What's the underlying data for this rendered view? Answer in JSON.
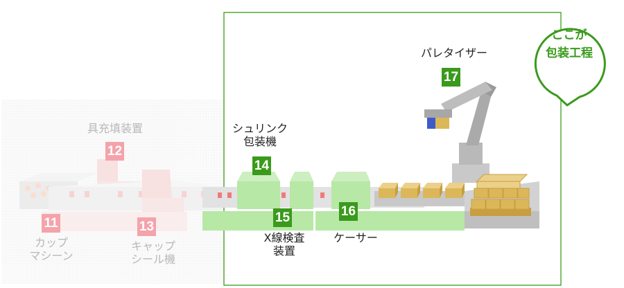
{
  "callout": {
    "text": "ここが\n包装工程"
  },
  "steps": [
    {
      "number": "11",
      "label": "カップ\nマシーン",
      "active": false
    },
    {
      "number": "12",
      "label": "具充填装置",
      "active": false
    },
    {
      "number": "13",
      "label": "キャップ\nシール機",
      "active": false
    },
    {
      "number": "14",
      "label": "シュリンク\n包装機",
      "active": true
    },
    {
      "number": "15",
      "label": "X線検査\n装置",
      "active": true
    },
    {
      "number": "16",
      "label": "ケーサー",
      "active": true
    },
    {
      "number": "17",
      "label": "パレタイザー",
      "active": true
    }
  ],
  "colors": {
    "accent_green": "#3a9a1c",
    "machine_green": "#b7e8a6",
    "box_kraft": "#dcb75a",
    "inactive_pink": "#f4a3ab",
    "conveyor_gray": "#cfcfcf"
  }
}
